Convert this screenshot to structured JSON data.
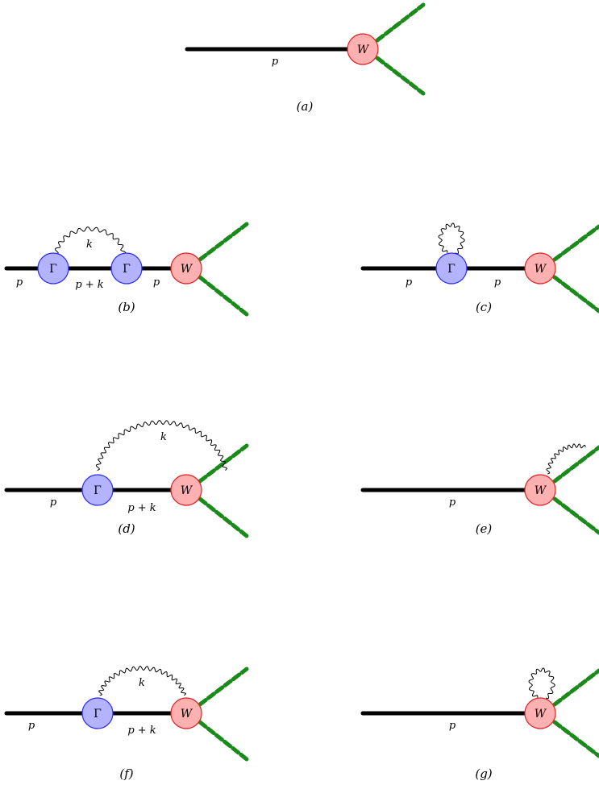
{
  "labels": {
    "p": "p",
    "p_plus_k": "p + k",
    "k": "k"
  },
  "vertices": {
    "gamma": "Γ",
    "w": "W"
  },
  "captions": {
    "a": "(a)",
    "b": "(b)",
    "c": "(c)",
    "d": "(d)",
    "e": "(e)",
    "f": "(f)",
    "g": "(g)"
  },
  "colors": {
    "fermion": "#000000",
    "scalar": "#1a8a1a",
    "gamma_fill": "#b3b3ff",
    "gamma_stroke": "#2a2aff",
    "w_fill": "#ffb0b0",
    "w_stroke": "#e02020"
  }
}
